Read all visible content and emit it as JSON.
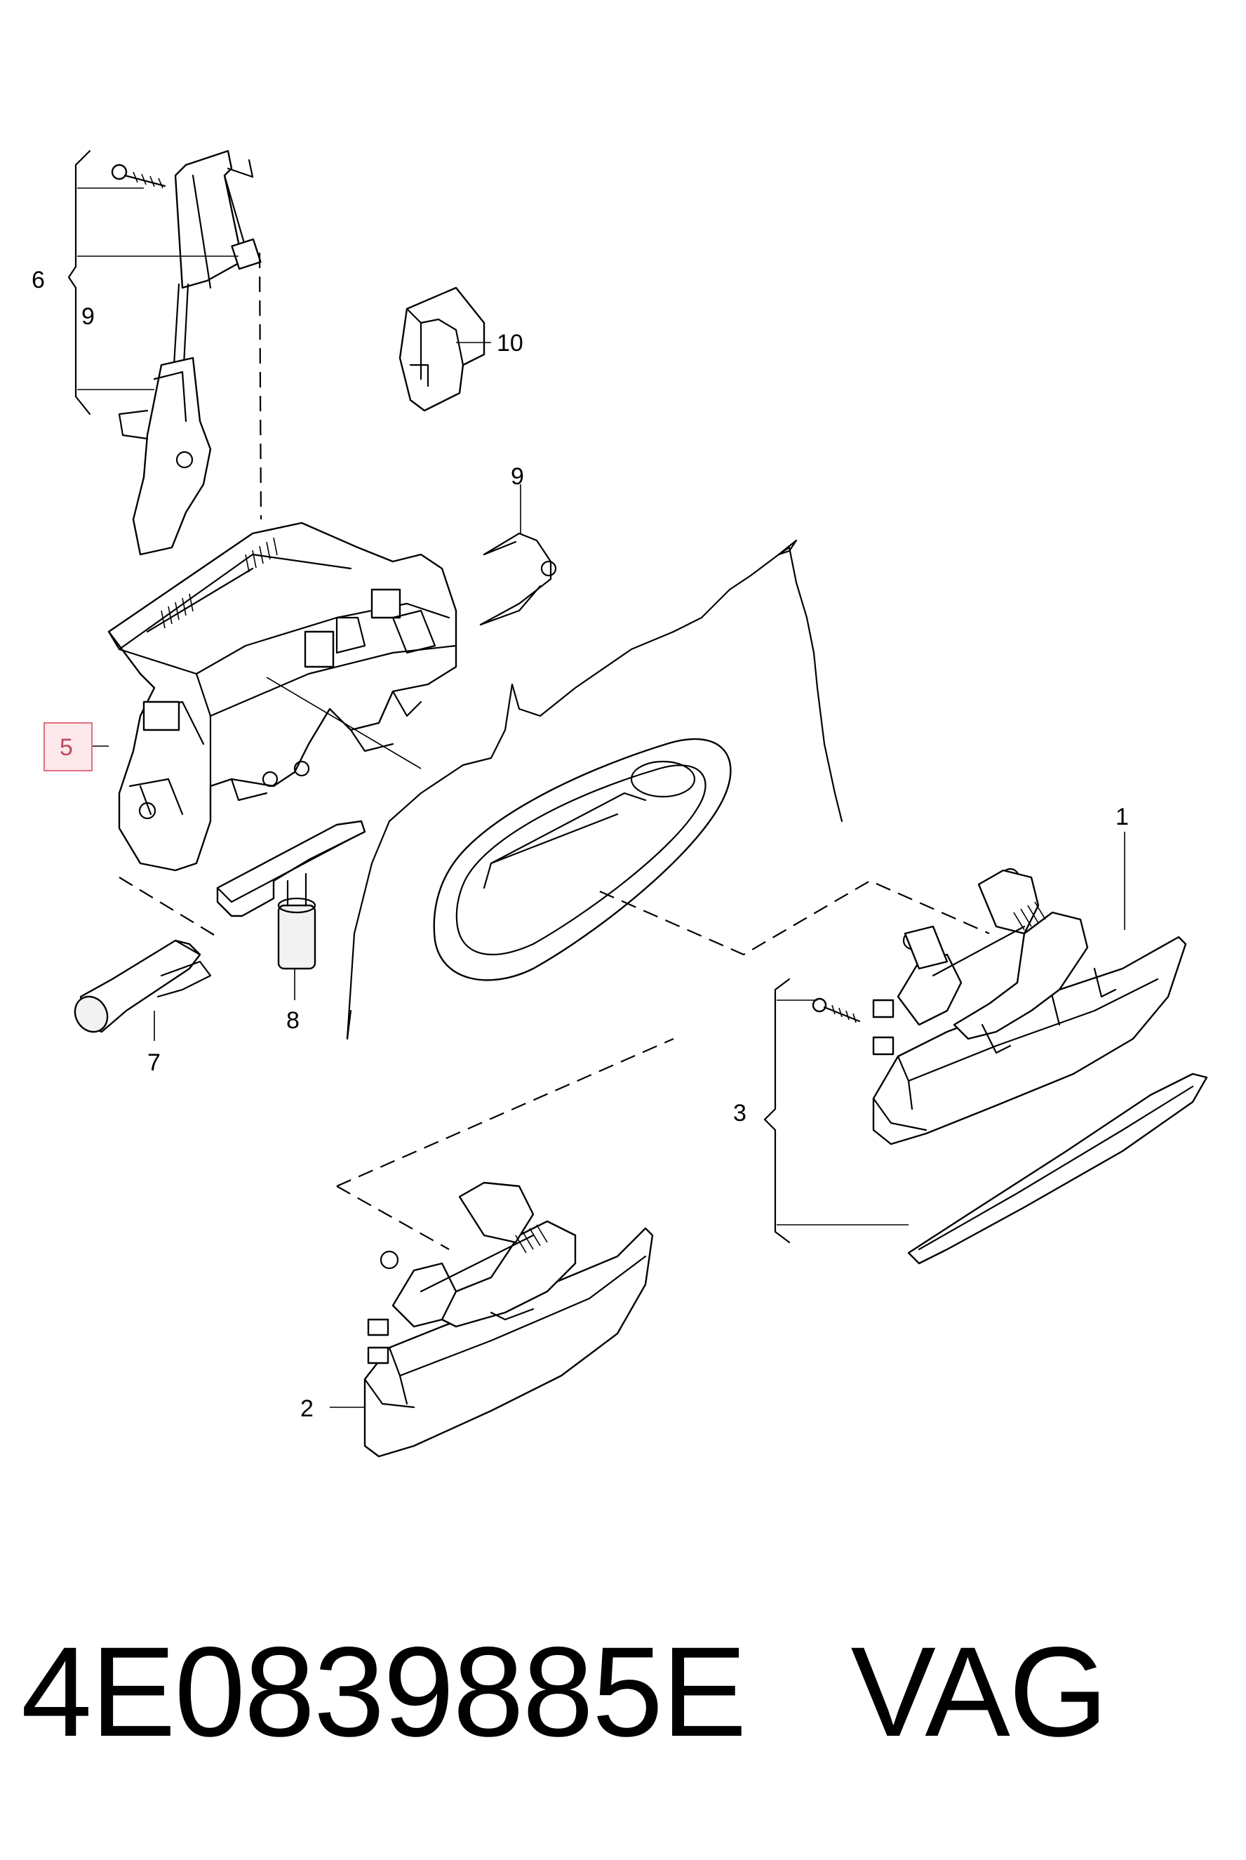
{
  "diagram": {
    "callouts": {
      "c1": "1",
      "c2": "2",
      "c3": "3",
      "c5": "5",
      "c6": "6",
      "c7": "7",
      "c8": "8",
      "c9a": "9",
      "c9b": "9",
      "c10": "10"
    },
    "highlighted_callout": "5",
    "highlight_color": "#e0707f"
  },
  "caption": {
    "part_number": "4E0839885E",
    "brand": "VAG"
  }
}
